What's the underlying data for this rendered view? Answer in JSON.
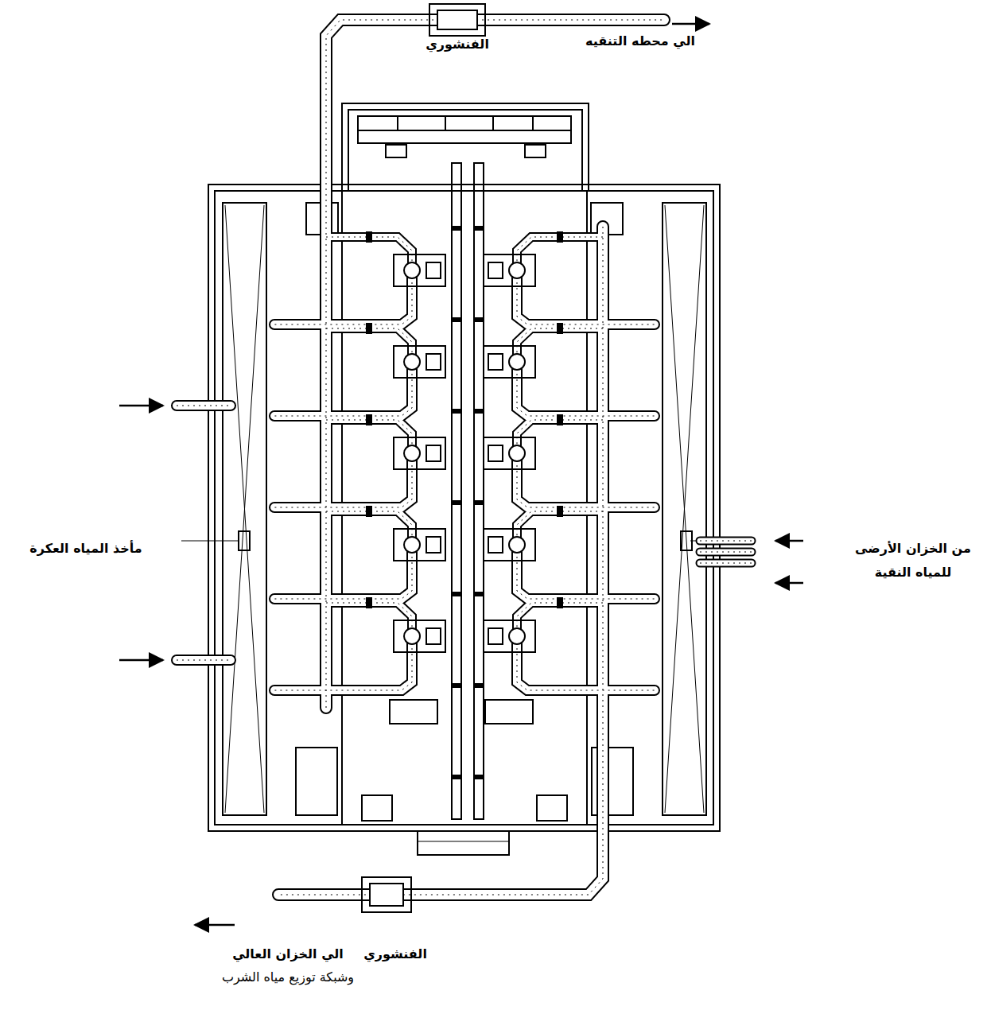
{
  "diagram": {
    "labels": [
      "الي محطه التنقيه",
      "الفنشوري",
      "مأخذ المياه العكرة",
      "من الخزان الأرضى",
      "للمياه النقية",
      "الفنشوري",
      "الي الخزان العالي",
      "وشبكة توزيع مياه الشرب"
    ]
  }
}
